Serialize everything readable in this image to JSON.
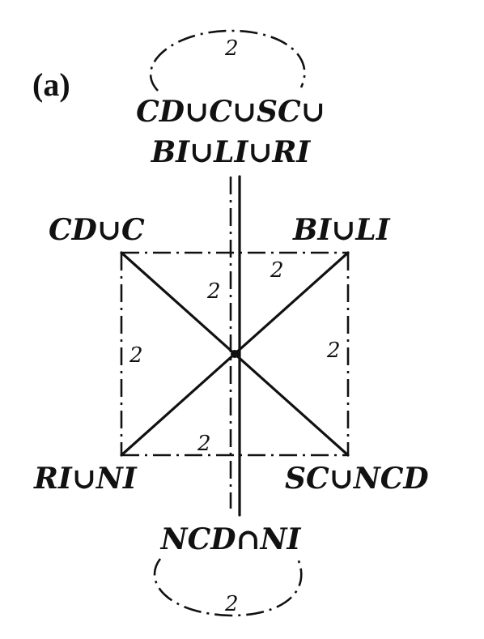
{
  "panel_label": "(a)",
  "nodes": {
    "top_line1": "CD∪C∪SC∪",
    "top_line2": "BI∪LI∪RI",
    "top_left": "CD∪C",
    "top_right": "BI∪LI",
    "bottom_left": "RI∪NI",
    "bottom_right": "SC∪NCD",
    "bottom": "NCD∩NI"
  },
  "edge_labels": {
    "top_loop": "2",
    "bottom_loop": "2",
    "left_edge": "2",
    "right_edge": "2",
    "top_edge": "2",
    "bottom_edge": "2",
    "vertical_center": "2"
  },
  "colors": {
    "ink": "#111111",
    "background": "#ffffff"
  }
}
